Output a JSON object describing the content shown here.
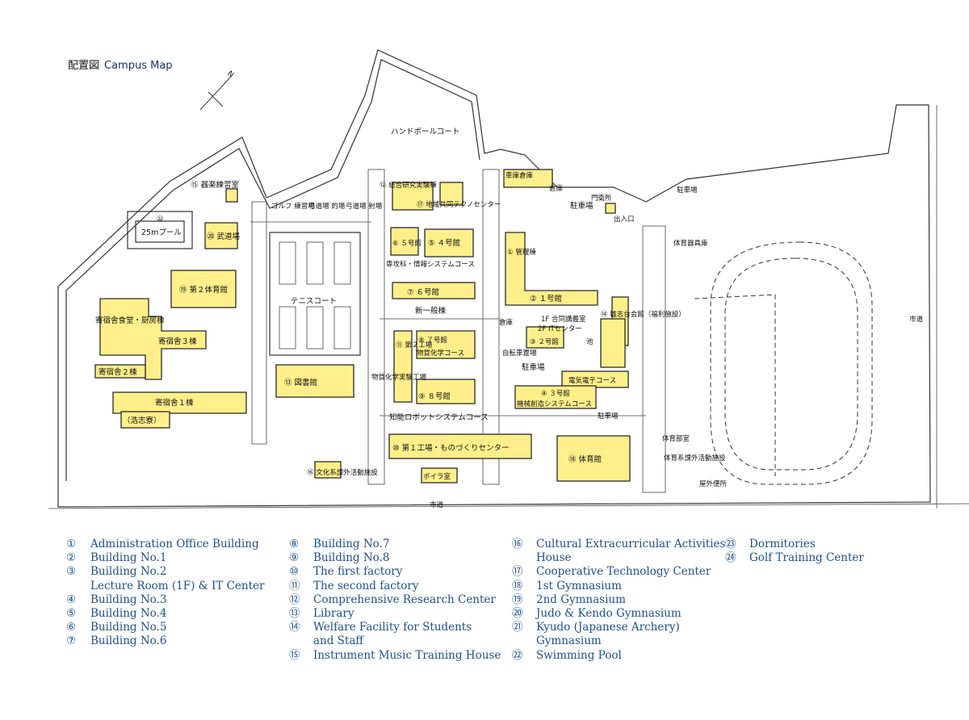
{
  "title": {
    "ja": "配置図",
    "en": "Campus Map"
  },
  "compass": "N",
  "map_labels": {
    "handball": "ハンドボールコート",
    "tennis": "テニスコート",
    "parking_main": "駐車場",
    "parking_right": "駐車場",
    "parking_center": "駐車場",
    "parking_small": "駐車場",
    "car_garage": "車庫倉庫",
    "warehouse": "倉庫",
    "warehouse2": "倉庫",
    "gate": "門衛所",
    "entrance": "出入口",
    "pond": "池",
    "road_bottom": "市道",
    "road_right": "市道",
    "bike_path": "自転車置場",
    "pe_storage": "体育器具庫",
    "club_room": "体育部室",
    "pe_club_facility": "体育系課外活動施設",
    "outdoor_toilet": "屋外便所",
    "pool_25m": "25mプール",
    "golf": "ゴルフ\n練習場",
    "archery1": "弓道場\n的場",
    "archery2": "弓道場\n射場",
    "lecture_room": "1F 合同講義室",
    "it_center": "2F ITセンター",
    "course_chem": "物質化学コース",
    "course_mech": "機械創造システムコース",
    "course_elec": "電気電子コース",
    "course_robot": "知能ロボットシステムコース",
    "course_info": "専攻科・情報システムコース",
    "new_general": "新一般棟",
    "chem_factory": "物質化学実験工場",
    "boiler": "ボイラ室",
    "haoshi_dorm": "（浩志寮）"
  },
  "buildings": {
    "b1_admin": "① 管理棟",
    "b2": "② １号館",
    "b3": "③ ２号館",
    "b4": "④ ３号館",
    "b5": "⑤ ４号館",
    "b6": "⑥ ５号館",
    "b7": "⑦ ６号館",
    "b8": "⑧ ７号館",
    "b9": "⑨ ８号館",
    "b10": "⑩ 第１工場・ものづくりセンター",
    "b11": "⑪ 第２工場",
    "b12": "⑫ 総合研究実験棟",
    "b13": "⑬ 図書館",
    "b14": "⑭ 雄志台会館（福利施設）",
    "b15": "⑮ 器楽練習室",
    "b16": "⑯ 文化系課外活動施設",
    "b17": "⑰ 地域共同テクノセンター",
    "b18": "⑱ 体育館",
    "b19": "⑲ 第２体育館",
    "b20": "⑳ 武道場",
    "dorm_dining": "寄宿舎食堂・厨房棟",
    "dorm1": "寄宿舎１棟",
    "dorm2": "寄宿舎２棟",
    "dorm3": "寄宿舎３棟"
  },
  "legend_col1": [
    {
      "num": "①",
      "label": "Administration Office Building"
    },
    {
      "num": "②",
      "label": "Building No.1"
    },
    {
      "num": "③",
      "label": "Building No.2\nLecture Room (1F) & IT Center"
    },
    {
      "num": "④",
      "label": "Building No.3"
    },
    {
      "num": "⑤",
      "label": "Building No.4"
    },
    {
      "num": "⑥",
      "label": "Building No.5"
    },
    {
      "num": "⑦",
      "label": "Building No.6"
    }
  ],
  "legend_col2": [
    {
      "num": "⑧",
      "label": "Building No.7"
    },
    {
      "num": "⑨",
      "label": "Building No.8"
    },
    {
      "num": "⑩",
      "label": "The first factory"
    },
    {
      "num": "⑪",
      "label": "The second factory"
    },
    {
      "num": "⑫",
      "label": "Comprehensive Research Center"
    },
    {
      "num": "⑬",
      "label": "Library"
    },
    {
      "num": "⑭",
      "label": "Welfare Facility for Students\nand Staff"
    },
    {
      "num": "⑮",
      "label": "Instrument Music Training House"
    }
  ],
  "legend_col3": [
    {
      "num": "⑯",
      "label": "Cultural Extracurricular Activities\nHouse"
    },
    {
      "num": "⑰",
      "label": "Cooperative Technology Center"
    },
    {
      "num": "⑱",
      "label": "1st Gymnasium"
    },
    {
      "num": "⑲",
      "label": "2nd Gymnasium"
    },
    {
      "num": "⑳",
      "label": "Judo & Kendo Gymnasium"
    },
    {
      "num": "㉑",
      "label": "Kyudo (Japanese Archery)\nGymnasium"
    },
    {
      "num": "㉒",
      "label": "Swimming Pool"
    }
  ],
  "legend_col4": [
    {
      "num": "㉓",
      "label": "Dormitories"
    },
    {
      "num": "㉔",
      "label": "Golf Training Center"
    }
  ],
  "colors": {
    "building": "#ffef8a",
    "legend_text": "#1d4f8f",
    "title_en": "#1f2a7a"
  }
}
